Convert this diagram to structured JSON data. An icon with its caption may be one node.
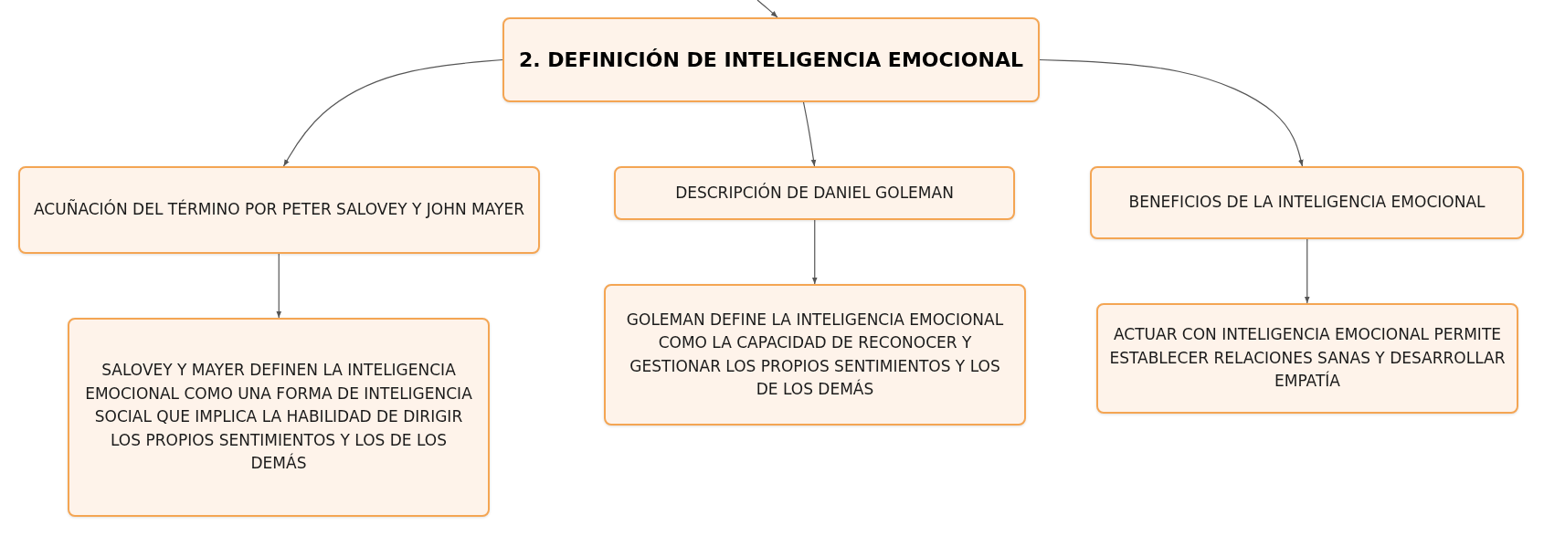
{
  "diagram": {
    "nodes": [
      {
        "text": [
          "2. DEFINICIÓN DE INTELIGENCIA EMOCIONAL"
        ]
      },
      {
        "text": [
          "ACUÑACIÓN DEL TÉRMINO POR PETER SALOVEY Y JOHN MAYER"
        ]
      },
      {
        "text": [
          "DESCRIPCIÓN DE DANIEL GOLEMAN"
        ]
      },
      {
        "text": [
          "BENEFICIOS DE LA INTELIGENCIA EMOCIONAL"
        ]
      },
      {
        "text": [
          "SALOVEY Y MAYER DEFINEN LA INTELIGENCIA EMOCIONAL COMO UNA FORMA DE INTELIGENCIA SOCIAL QUE IMPLICA LA HABILIDAD DE DIRIGIR LOS PROPIOS SENTIMIENTOS Y LOS DE LOS DEMÁS"
        ]
      },
      {
        "text": [
          "GOLEMAN DEFINE LA INTELIGENCIA EMOCIONAL COMO LA CAPACIDAD DE RECONOCER Y GESTIONAR LOS PROPIOS SENTIMIENTOS Y LOS DE LOS DEMÁS"
        ]
      },
      {
        "text": [
          "ACTUAR CON INTELIGENCIA EMOCIONAL PERMITE ESTABLECER RELACIONES SANAS Y DESARROLLAR EMPATÍA"
        ]
      }
    ],
    "edges": [
      {
        "from": null,
        "to": 0,
        "arrow": "to"
      },
      {
        "from": 0,
        "to": 1,
        "arrow": "to"
      },
      {
        "from": 0,
        "to": 2,
        "arrow": "to"
      },
      {
        "from": 0,
        "to": 3,
        "arrow": "to"
      },
      {
        "from": 1,
        "to": 4,
        "arrow": "to"
      },
      {
        "from": 2,
        "to": 5,
        "arrow": "to"
      },
      {
        "from": 3,
        "to": 6,
        "arrow": "to"
      }
    ]
  }
}
